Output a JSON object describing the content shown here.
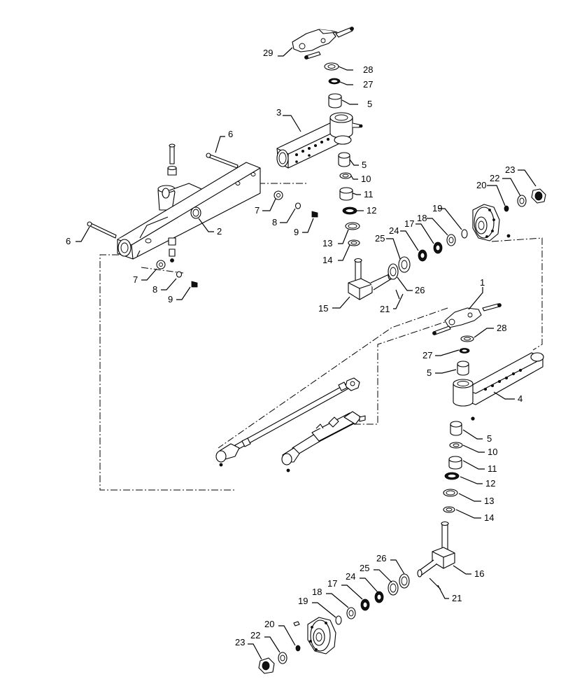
{
  "diagram": {
    "callouts": [
      {
        "label": "29"
      },
      {
        "label": "28"
      },
      {
        "label": "27"
      },
      {
        "label": "5"
      },
      {
        "label": "3"
      },
      {
        "label": "6"
      },
      {
        "label": "5"
      },
      {
        "label": "10"
      },
      {
        "label": "11"
      },
      {
        "label": "12"
      },
      {
        "label": "13"
      },
      {
        "label": "14"
      },
      {
        "label": "2"
      },
      {
        "label": "7"
      },
      {
        "label": "8"
      },
      {
        "label": "9"
      },
      {
        "label": "6"
      },
      {
        "label": "7"
      },
      {
        "label": "8"
      },
      {
        "label": "9"
      },
      {
        "label": "15"
      },
      {
        "label": "21"
      },
      {
        "label": "26"
      },
      {
        "label": "25"
      },
      {
        "label": "24"
      },
      {
        "label": "17"
      },
      {
        "label": "18"
      },
      {
        "label": "19"
      },
      {
        "label": "20"
      },
      {
        "label": "22"
      },
      {
        "label": "23"
      },
      {
        "label": "1"
      },
      {
        "label": "28"
      },
      {
        "label": "27"
      },
      {
        "label": "5"
      },
      {
        "label": "4"
      },
      {
        "label": "5"
      },
      {
        "label": "10"
      },
      {
        "label": "11"
      },
      {
        "label": "12"
      },
      {
        "label": "13"
      },
      {
        "label": "14"
      },
      {
        "label": "16"
      },
      {
        "label": "21"
      },
      {
        "label": "26"
      },
      {
        "label": "25"
      },
      {
        "label": "24"
      },
      {
        "label": "17"
      },
      {
        "label": "18"
      },
      {
        "label": "19"
      },
      {
        "label": "20"
      },
      {
        "label": "22"
      },
      {
        "label": "23"
      }
    ]
  }
}
